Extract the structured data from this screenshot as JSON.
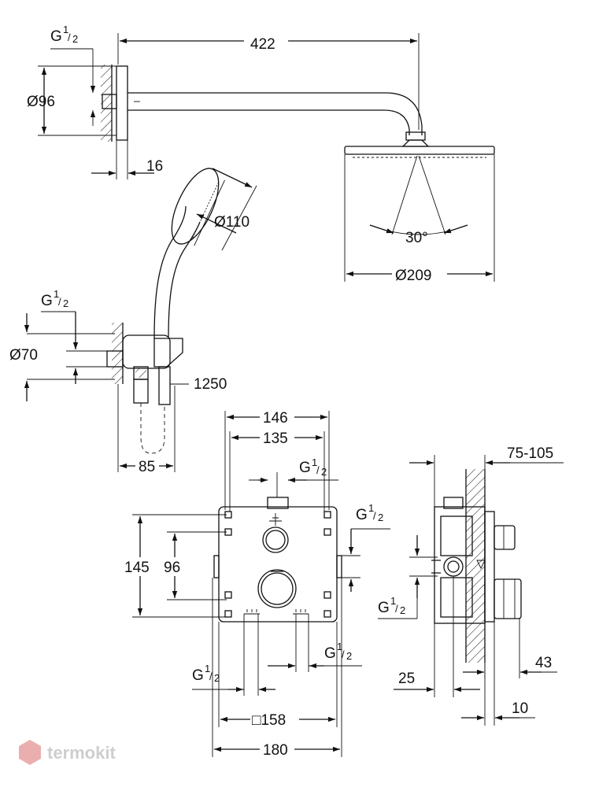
{
  "labels": {
    "thread": "G",
    "thread_frac_num": "1",
    "thread_frac_den": "2",
    "arm_length": "422",
    "wall_flange_dia": "Ø96",
    "flange_depth": "16",
    "hand_shower_dia": "Ø110",
    "head_angle": "30°",
    "head_dia": "Ø209",
    "elbow_dia": "Ø70",
    "hose_length": "1250",
    "holder_offset": "85",
    "box_width_outer": "146",
    "box_width_inner": "135",
    "box_height": "145",
    "box_height_inner": "96",
    "install_depth": "75-105",
    "plate_square": "□158",
    "plate_width": "180",
    "depth_25": "25",
    "depth_43": "43",
    "depth_10": "10"
  },
  "watermark": "termokit",
  "colors": {
    "ink": "#111111",
    "watermark": "#c9c9c9",
    "watermark_icon": "#e8a6a6"
  }
}
